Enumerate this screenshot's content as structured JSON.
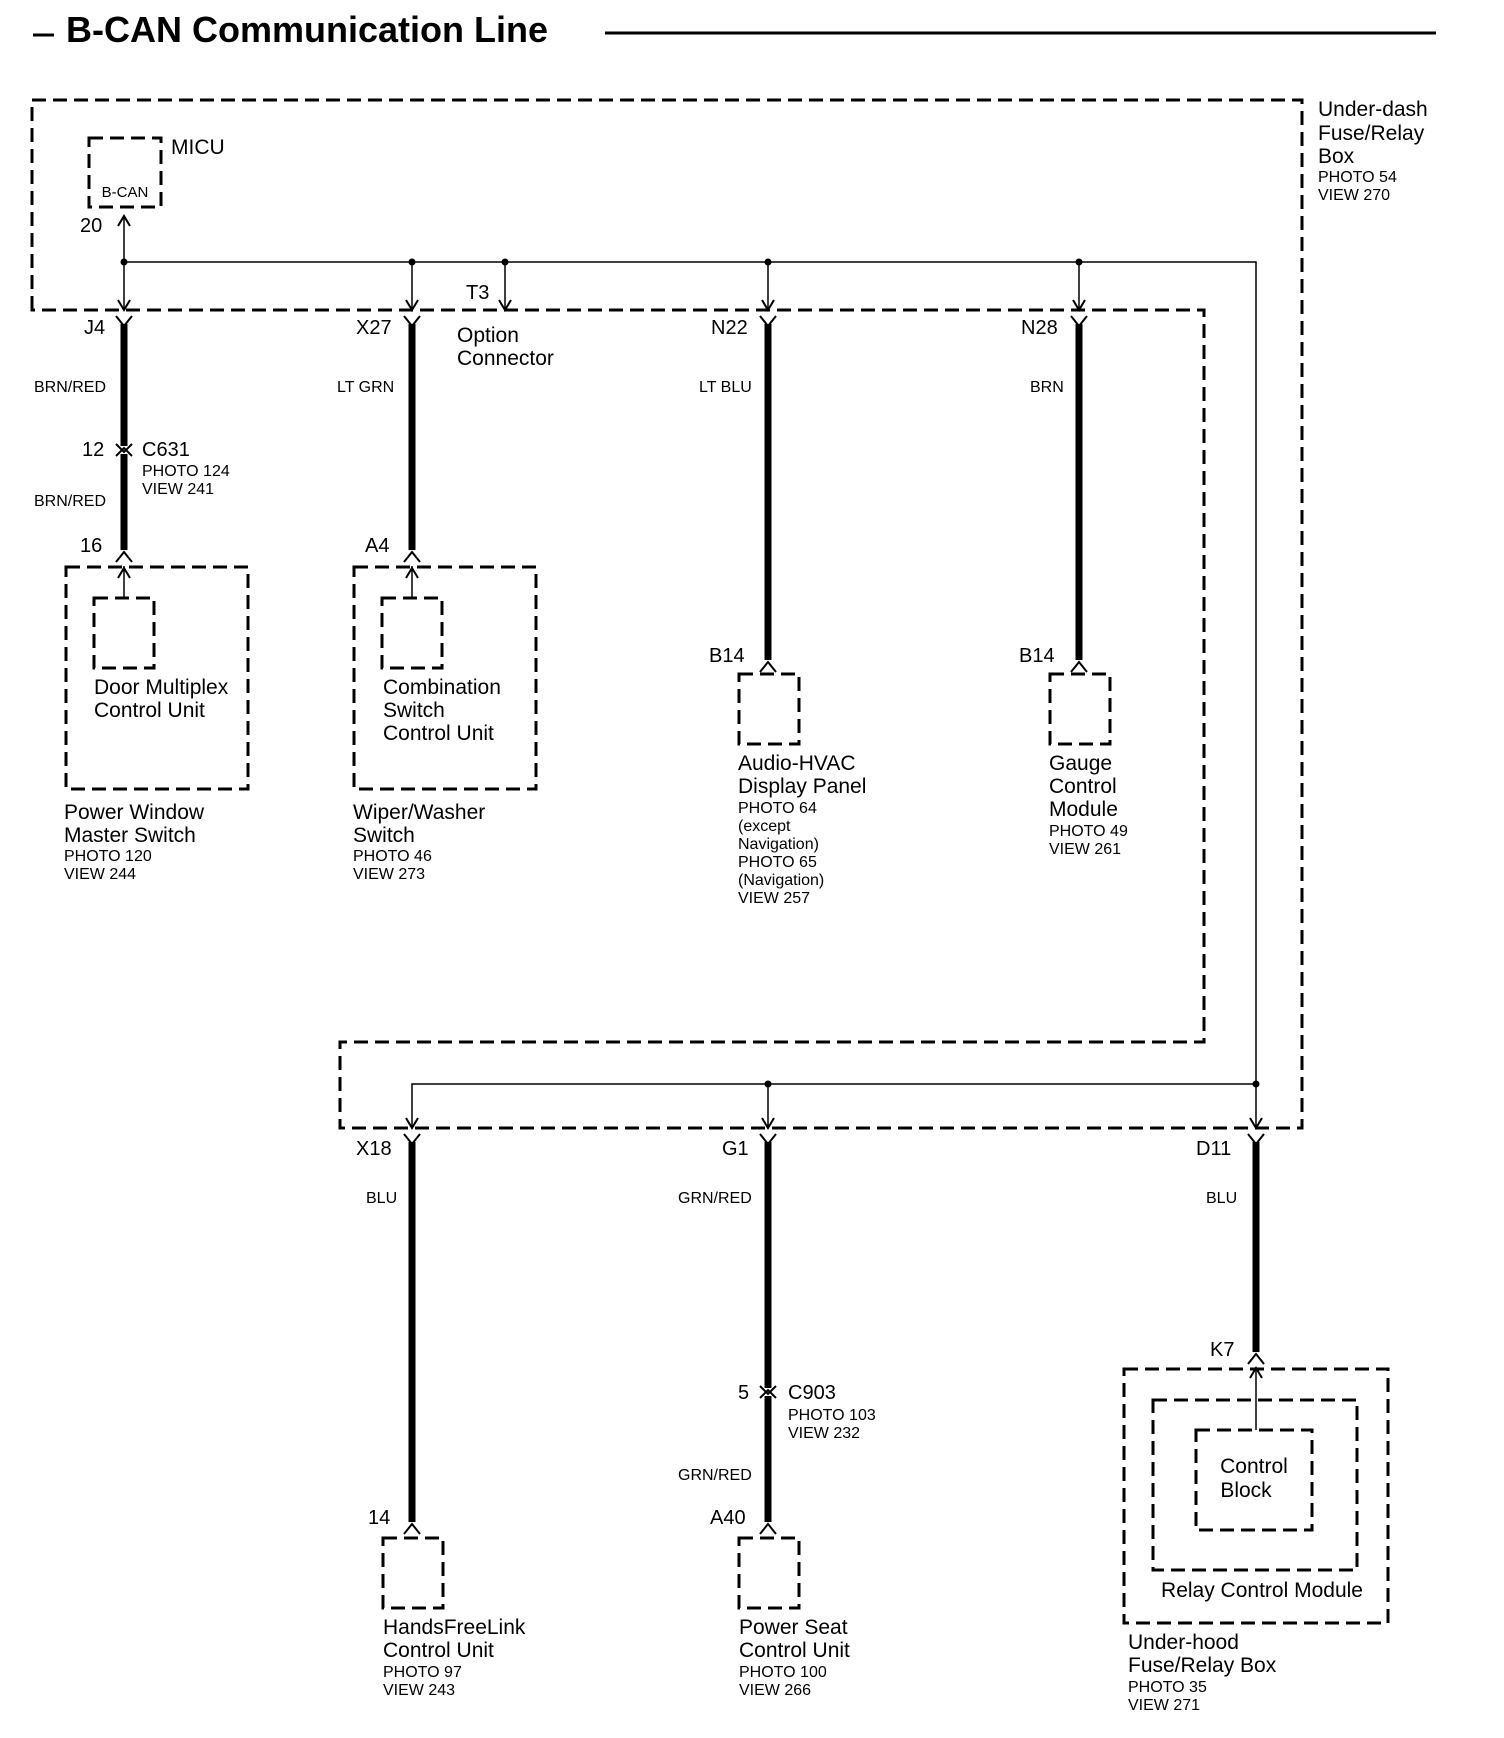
{
  "title": "B-CAN Communication Line",
  "under_dash_box": {
    "name_lines": [
      "Under-dash",
      "Fuse/Relay",
      "Box"
    ],
    "ref_lines": [
      "PHOTO 54",
      "VIEW 270"
    ]
  },
  "micu": {
    "name": "MICU",
    "inner": "B-CAN",
    "terminal": "20"
  },
  "option_connector": {
    "terminal": "T3",
    "name_lines": [
      "Option",
      "Connector"
    ]
  },
  "branches": {
    "door": {
      "fuse_terminal": "J4",
      "wire_top": "BRN/RED",
      "connector": {
        "pin": "12",
        "id": "C631",
        "ref_lines": [
          "PHOTO 124",
          "VIEW 241"
        ]
      },
      "wire_bottom": "BRN/RED",
      "terminal": "16",
      "inner_lines": [
        "Door Multiplex",
        "Control Unit"
      ],
      "name_lines": [
        "Power Window",
        "Master Switch"
      ],
      "ref_lines": [
        "PHOTO 120",
        "VIEW 244"
      ]
    },
    "wiper": {
      "fuse_terminal": "X27",
      "wire_top": "LT GRN",
      "terminal": "A4",
      "inner_lines": [
        "Combination",
        "Switch",
        "Control Unit"
      ],
      "name_lines": [
        "Wiper/Washer",
        "Switch"
      ],
      "ref_lines": [
        "PHOTO 46",
        "VIEW 273"
      ]
    },
    "audio": {
      "fuse_terminal": "N22",
      "wire_top": "LT BLU",
      "terminal": "B14",
      "name_lines": [
        "Audio-HVAC",
        "Display Panel"
      ],
      "ref_lines": [
        "PHOTO 64",
        "(except",
        "Navigation)",
        "PHOTO 65",
        "(Navigation)",
        "VIEW 257"
      ]
    },
    "gauge": {
      "fuse_terminal": "N28",
      "wire_top": "BRN",
      "terminal": "B14",
      "name_lines": [
        "Gauge",
        "Control",
        "Module"
      ],
      "ref_lines": [
        "PHOTO 49",
        "VIEW 261"
      ]
    },
    "handsfree": {
      "fuse_terminal": "X18",
      "wire_top": "BLU",
      "terminal": "14",
      "name_lines": [
        "HandsFreeLink",
        "Control Unit"
      ],
      "ref_lines": [
        "PHOTO 97",
        "VIEW 243"
      ]
    },
    "seat": {
      "fuse_terminal": "G1",
      "wire_top": "GRN/RED",
      "connector": {
        "pin": "5",
        "id": "C903",
        "ref_lines": [
          "PHOTO 103",
          "VIEW 232"
        ]
      },
      "wire_bottom": "GRN/RED",
      "terminal": "A40",
      "name_lines": [
        "Power Seat",
        "Control Unit"
      ],
      "ref_lines": [
        "PHOTO 100",
        "VIEW 266"
      ]
    },
    "relay": {
      "fuse_terminal": "D11",
      "wire_top": "BLU",
      "terminal": "K7",
      "inner_lines": [
        "Control",
        "Block"
      ],
      "module_name": "Relay Control Module",
      "name_lines": [
        "Under-hood",
        "Fuse/Relay Box"
      ],
      "ref_lines": [
        "PHOTO 35",
        "VIEW 271"
      ]
    }
  }
}
